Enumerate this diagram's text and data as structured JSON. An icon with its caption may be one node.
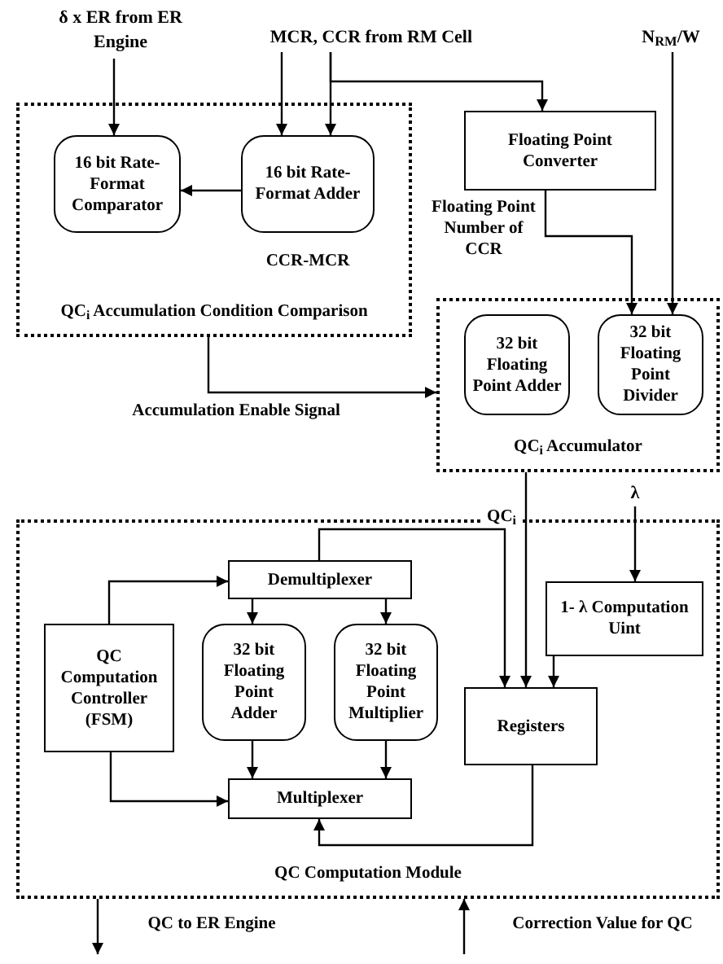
{
  "diagram": {
    "nodes": [
      {
        "text": [
          "δ x ER from ER Engine"
        ]
      },
      {
        "text": [
          "MCR, CCR from RM Cell"
        ]
      },
      {
        "text": [
          "N$_{RM}$/W"
        ]
      },
      {
        "text": [
          "QC$_{i}$ Accumulation Condition Comparison"
        ]
      },
      {
        "text": [
          "16 bit Rate-Format Comparator"
        ],
        "in": 3
      },
      {
        "text": [
          "16 bit Rate-Format Adder"
        ],
        "in": 3,
        "beside": [
          "CCR-MCR"
        ]
      },
      {
        "text": [
          "Floating Point Converter"
        ]
      },
      {
        "text": [
          "QC$_{i}$ Accumulator"
        ]
      },
      {
        "text": [
          "32 bit Floating Point Adder"
        ],
        "in": 7
      },
      {
        "text": [
          "32 bit Floating Point Divider"
        ],
        "in": 7
      },
      {
        "text": [
          "QC Computation Module"
        ]
      },
      {
        "text": [
          "Demultiplexer"
        ],
        "in": 10
      },
      {
        "text": [
          "QC Computation Controller (FSM)"
        ],
        "in": 10
      },
      {
        "text": [
          "32 bit Floating Point Adder"
        ],
        "in": 10
      },
      {
        "text": [
          "32 bit Floating Point Multiplier"
        ],
        "in": 10
      },
      {
        "text": [
          "Registers"
        ],
        "in": 10
      },
      {
        "text": [
          "Multiplexer"
        ],
        "in": 10
      },
      {
        "text": [
          "1- λ Computation Uint"
        ],
        "in": 10
      },
      {
        "text": [
          "λ"
        ]
      }
    ],
    "edges": [
      {
        "from": 0,
        "to": 4,
        "arrow": "to"
      },
      {
        "from": 1,
        "to": 5,
        "arrow": "to"
      },
      {
        "from": 1,
        "to": 5,
        "arrow": "to"
      },
      {
        "from": 1,
        "to": 6,
        "arrow": "to"
      },
      {
        "from": 5,
        "to": 4,
        "arrow": "to"
      },
      {
        "from": 6,
        "to": 9,
        "arrow": "to",
        "label": "Floating Point Number of CCR"
      },
      {
        "from": 2,
        "to": 9,
        "arrow": "to"
      },
      {
        "from": 3,
        "to": 7,
        "arrow": "to",
        "label": "Accumulation Enable Signal"
      },
      {
        "from": 7,
        "to": 15,
        "arrow": "to",
        "label": "QC$_{i}$"
      },
      {
        "from": 18,
        "to": 17,
        "arrow": "to"
      },
      {
        "from": 17,
        "to": 15,
        "arrow": "to"
      },
      {
        "from": 12,
        "to": 11,
        "arrow": "to"
      },
      {
        "from": 11,
        "to": 13,
        "arrow": "to"
      },
      {
        "from": 11,
        "to": 14,
        "arrow": "to"
      },
      {
        "from": 11,
        "to": 15,
        "arrow": "to"
      },
      {
        "from": 13,
        "to": 16,
        "arrow": "to"
      },
      {
        "from": 14,
        "to": 16,
        "arrow": "to"
      },
      {
        "from": 12,
        "to": 16,
        "arrow": "to"
      },
      {
        "from": 15,
        "to": 16,
        "arrow": "to"
      },
      {
        "from": 10,
        "to": null,
        "arrow": "to",
        "label": "QC to ER Engine"
      },
      {
        "from": null,
        "to": 10,
        "arrow": "to",
        "label": "Correction Value for QC"
      }
    ]
  }
}
